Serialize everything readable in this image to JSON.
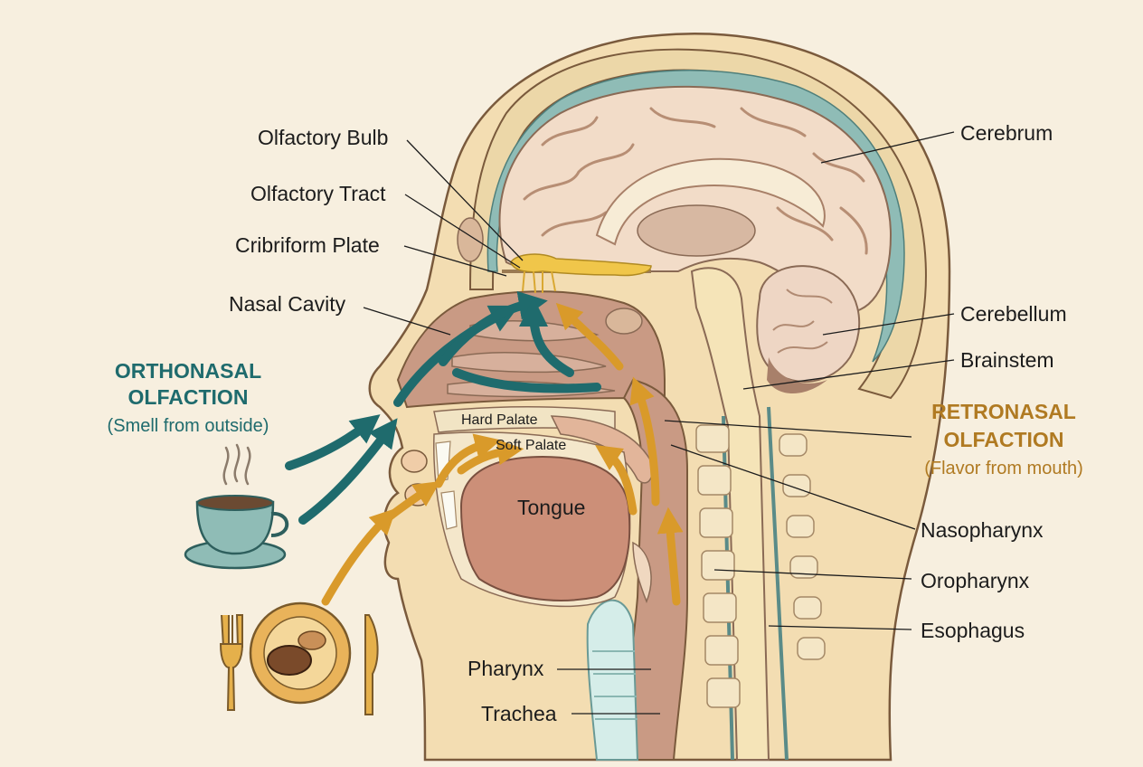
{
  "labels": {
    "olfactory_bulb": "Olfactory Bulb",
    "olfactory_tract": "Olfactory Tract",
    "cribriform_plate": "Cribriform Plate",
    "nasal_cavity": "Nasal Cavity",
    "cerebrum": "Cerebrum",
    "cerebellum": "Cerebellum",
    "brainstem": "Brainstem",
    "hard_palate": "Hard Palate",
    "soft_palate": "Soft Palate",
    "tongue": "Tongue",
    "nasopharynx": "Nasopharynx",
    "oropharynx": "Oropharynx",
    "esophagus": "Esophagus",
    "pharynx": "Pharynx",
    "trachea": "Trachea"
  },
  "orthonasal": {
    "title_line1": "ORTHONASAL",
    "title_line2": "OLFACTION",
    "subtitle": "(Smell from outside)",
    "color": "#1f6b6d"
  },
  "retronasal": {
    "title_line1": "RETRONASAL",
    "title_line2": "OLFACTION",
    "subtitle": "(Flavor from mouth)",
    "color": "#d79a2b"
  },
  "icons": [
    "coffee-cup-icon",
    "steam-icon",
    "fork-icon",
    "plate-with-food-icon",
    "knife-icon"
  ]
}
